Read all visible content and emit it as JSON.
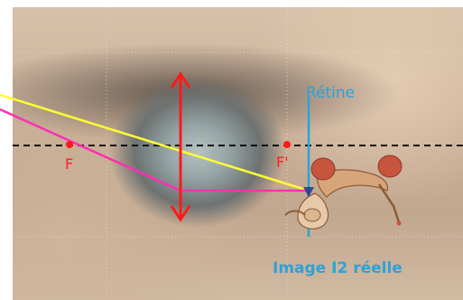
{
  "labels": {
    "focal_left": "F",
    "focal_right": "F'",
    "retina": "Rétine",
    "image": "Image I2 réelle"
  },
  "colors": {
    "yellow_ray": "#ffff33",
    "pink_ray": "#ff2fb4",
    "lens_arrow": "#ff1a1a",
    "retina_line": "#2aa3d8",
    "axis_line": "#111111",
    "focal_point": "#ff1a1a",
    "label_blue": "#2aa3d8",
    "label_red": "#ff2020"
  }
}
